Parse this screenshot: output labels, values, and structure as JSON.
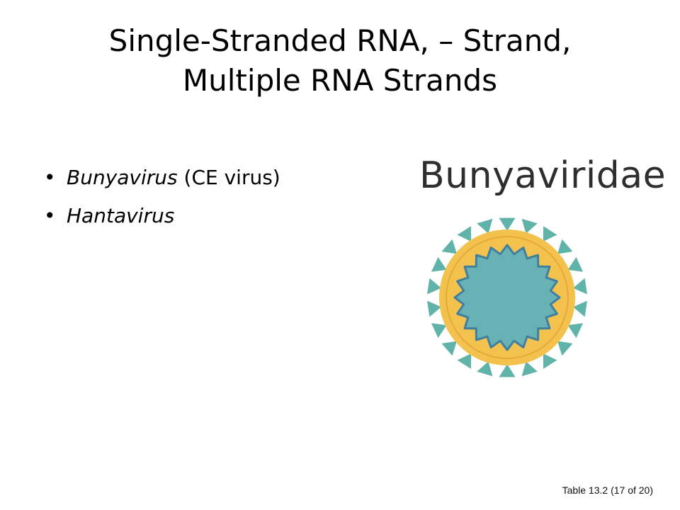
{
  "slide": {
    "title_line1": "Single-Stranded RNA, – Strand,",
    "title_line2": "Multiple RNA Strands",
    "bullets": [
      {
        "italic": "Bunyavirus",
        "rest": " (CE virus)"
      },
      {
        "italic": "Hantavirus",
        "rest": ""
      }
    ]
  },
  "figure": {
    "label": "Bunyaviridae",
    "colors": {
      "spikes": "#5fb3a8",
      "envelope": "#f2c14e",
      "envelope_rim": "#e8a93a",
      "core": "#68b1b4",
      "core_outline": "#3f7fa0"
    }
  },
  "footer": {
    "caption": "Table 13.2 (17 of 20)"
  }
}
